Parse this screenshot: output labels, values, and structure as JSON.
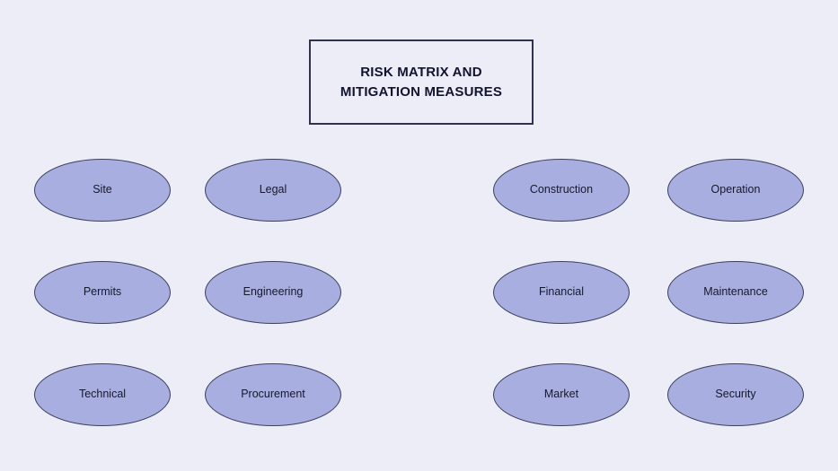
{
  "page": {
    "background_color": "#ededf7"
  },
  "title_box": {
    "text": "RISK MATRIX AND\nMITIGATION MEASURES",
    "line_1": "RISK MATRIX AND",
    "line_2": "MITIGATION MEASURES",
    "border_color": "#2f3350",
    "text_color": "#10142e"
  },
  "node_style": {
    "fill_color": "#a8afe0",
    "border_color": "#3b3f5e",
    "text_color": "#15182f"
  },
  "nodes": [
    {
      "label": "Site",
      "column": 1,
      "row": 1
    },
    {
      "label": "Legal",
      "column": 2,
      "row": 1
    },
    {
      "label": "Construction",
      "column": 3,
      "row": 1
    },
    {
      "label": "Operation",
      "column": 4,
      "row": 1
    },
    {
      "label": "Permits",
      "column": 1,
      "row": 2
    },
    {
      "label": "Engineering",
      "column": 2,
      "row": 2
    },
    {
      "label": "Financial",
      "column": 3,
      "row": 2
    },
    {
      "label": "Maintenance",
      "column": 4,
      "row": 2
    },
    {
      "label": "Technical",
      "column": 1,
      "row": 3
    },
    {
      "label": "Procurement",
      "column": 2,
      "row": 3
    },
    {
      "label": "Market",
      "column": 3,
      "row": 3
    },
    {
      "label": "Security",
      "column": 4,
      "row": 3
    }
  ]
}
